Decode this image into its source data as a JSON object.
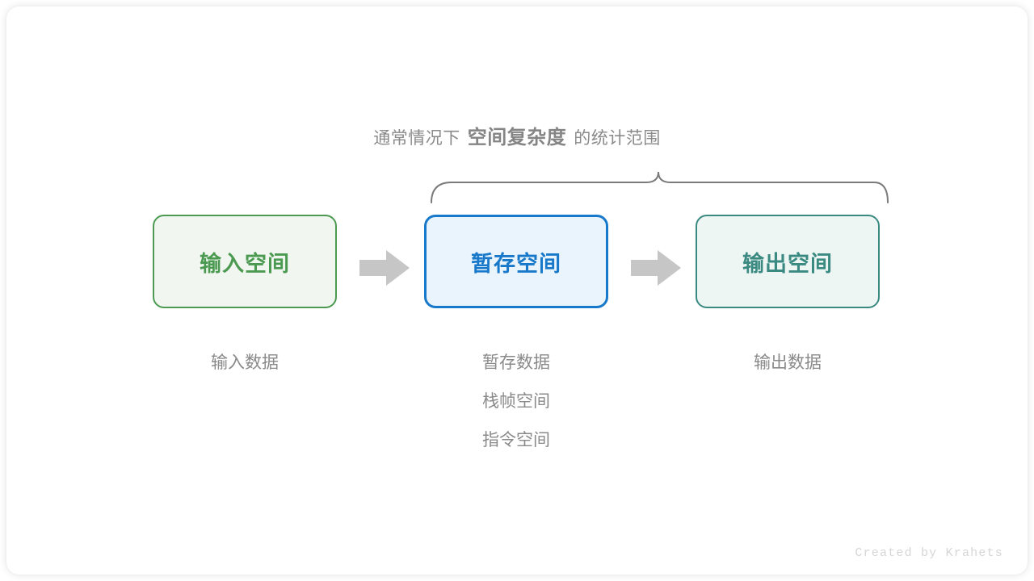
{
  "diagram": {
    "title_annotation": {
      "prefix": "通常情况下",
      "emphasis": "空间复杂度",
      "suffix": "的统计范围"
    },
    "brace": {
      "name": "statistical-scope-brace",
      "color": "#7a7a7a",
      "spans_boxes": [
        "暂存空间",
        "输出空间"
      ]
    },
    "boxes": [
      {
        "id": "input-space",
        "label": "输入空间",
        "border_color": "#4c9a51",
        "fill_color": "#f1f7f0",
        "text_color": "#4c9a51"
      },
      {
        "id": "temp-space",
        "label": "暂存空间",
        "border_color": "#1878c9",
        "fill_color": "#e9f4fd",
        "text_color": "#1878c9"
      },
      {
        "id": "output-space",
        "label": "输出空间",
        "border_color": "#3a8a82",
        "fill_color": "#eef6f4",
        "text_color": "#3a8a82"
      }
    ],
    "arrows": [
      {
        "id": "arrow-input-to-temp",
        "direction": "right",
        "color": "#c6c6c6"
      },
      {
        "id": "arrow-temp-to-output",
        "direction": "right",
        "color": "#c6c6c6"
      }
    ],
    "captions": [
      {
        "id": "input-captions",
        "lines": [
          "输入数据"
        ]
      },
      {
        "id": "temp-captions",
        "lines": [
          "暂存数据",
          "栈帧空间",
          "指令空间"
        ]
      },
      {
        "id": "output-captions",
        "lines": [
          "输出数据"
        ]
      }
    ],
    "caption_color": "#8a8a8a",
    "footer": "Created by Krahets"
  }
}
